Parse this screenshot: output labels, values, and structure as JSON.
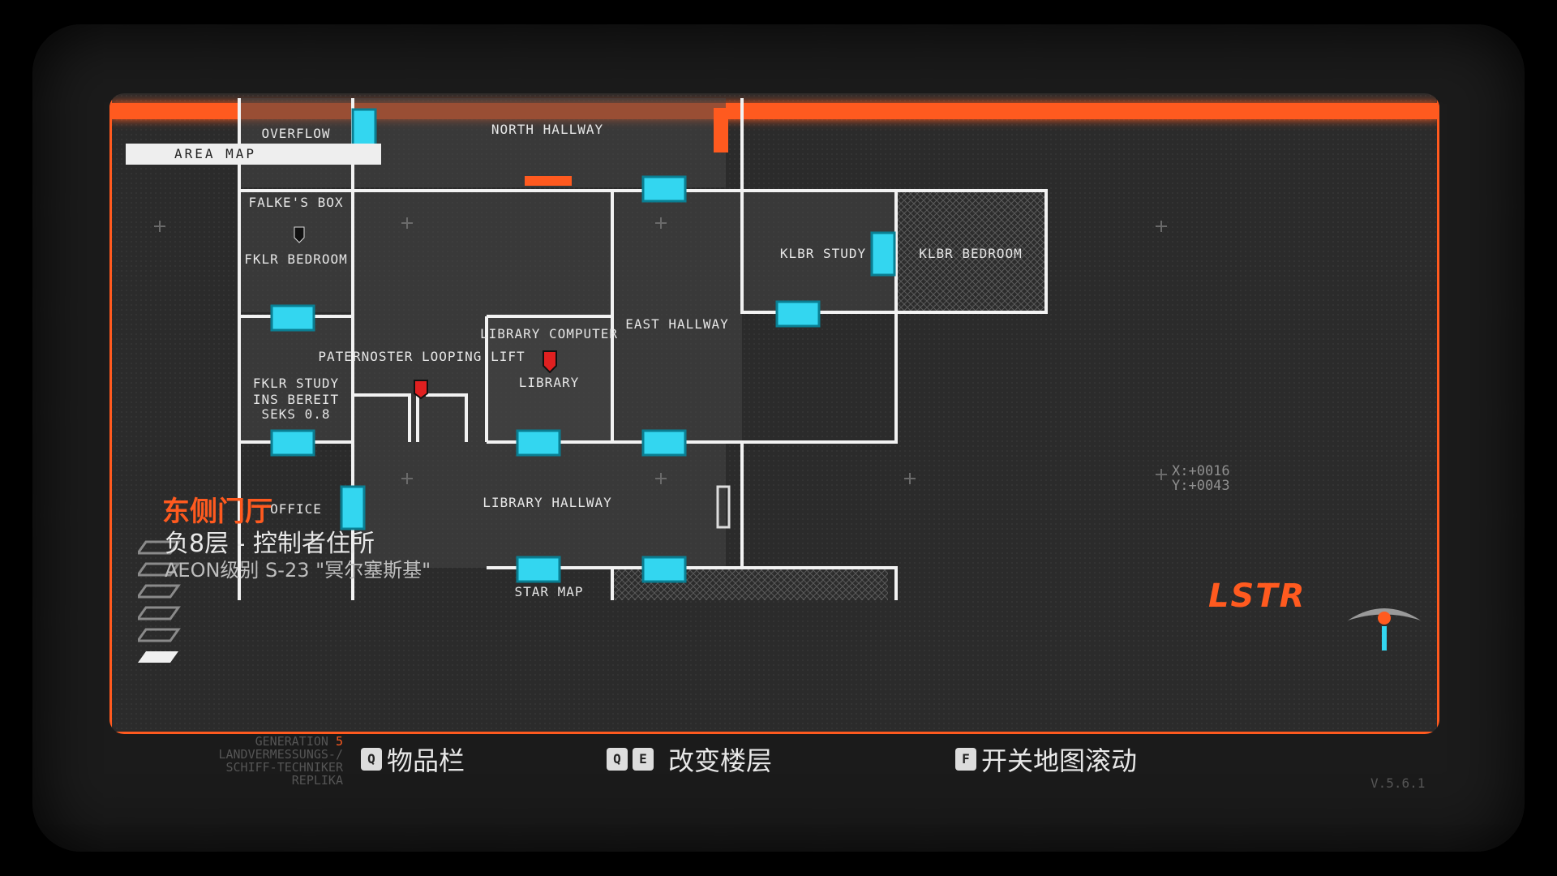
{
  "screen": {
    "tab_label": "AREA MAP",
    "coords": {
      "x": "X:+0016",
      "y": "Y:+0043"
    }
  },
  "rooms": {
    "overflow": "OVERFLOW",
    "north_hallway": "NORTH HALLWAY",
    "falke_box": "FALKE'S BOX",
    "fklr_bedroom": "FKLR BEDROOM",
    "klbr_study": "KLBR STUDY",
    "klbr_bedroom": "KLBR BEDROOM",
    "east_hallway": "EAST HALLWAY",
    "library_computer": "LIBRARY COMPUTER",
    "library": "LIBRARY",
    "paternoster": "PATERNOSTER LOOPING LIFT",
    "fklr_study": "FKLR STUDY",
    "fklr_study_sub": "INS BEREIT",
    "fklr_study_sub2": "SEKS 0.8",
    "office": "OFFICE",
    "library_hallway": "LIBRARY HALLWAY",
    "star_map": "STAR MAP"
  },
  "location": {
    "area": "东侧门厅",
    "floor": "负8层 - 控制者住所",
    "sub": "AEON级别 S-23 \"冥尔塞斯基\""
  },
  "footer": {
    "gen_line1": "GENERATION",
    "gen_num": "5",
    "gen_line2": "LANDVERMESSUNGS-/",
    "gen_line3": "SCHIFF-TECHNIKER",
    "gen_line4": "REPLIKA",
    "hint1_key": "Q",
    "hint1_label": "物品栏",
    "hint2_key_a": "Q",
    "hint2_key_b": "E",
    "hint2_label": "改变楼层",
    "hint3_key": "F",
    "hint3_label": "开关地图滚动",
    "version": "V.5.6.1"
  },
  "logo": {
    "text": "LSTR"
  },
  "colors": {
    "accent": "#ff5a1f",
    "door": "#33d6f0",
    "player_marker": "#e02020"
  }
}
